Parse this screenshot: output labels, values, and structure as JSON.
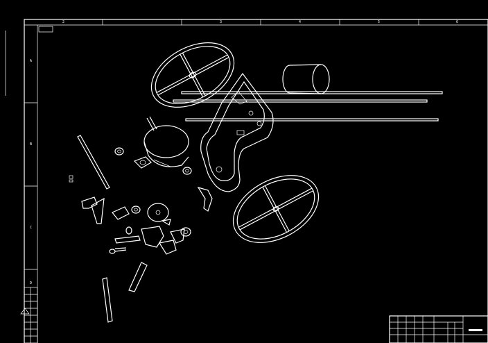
{
  "drawing": {
    "title_block_label": "",
    "zone_columns": [
      "2",
      "3",
      "4",
      "5",
      "6"
    ],
    "zone_rows": [
      "A",
      "B",
      "C",
      "D"
    ],
    "colors": {
      "background": "#000000",
      "lines": "#ffffff"
    }
  }
}
